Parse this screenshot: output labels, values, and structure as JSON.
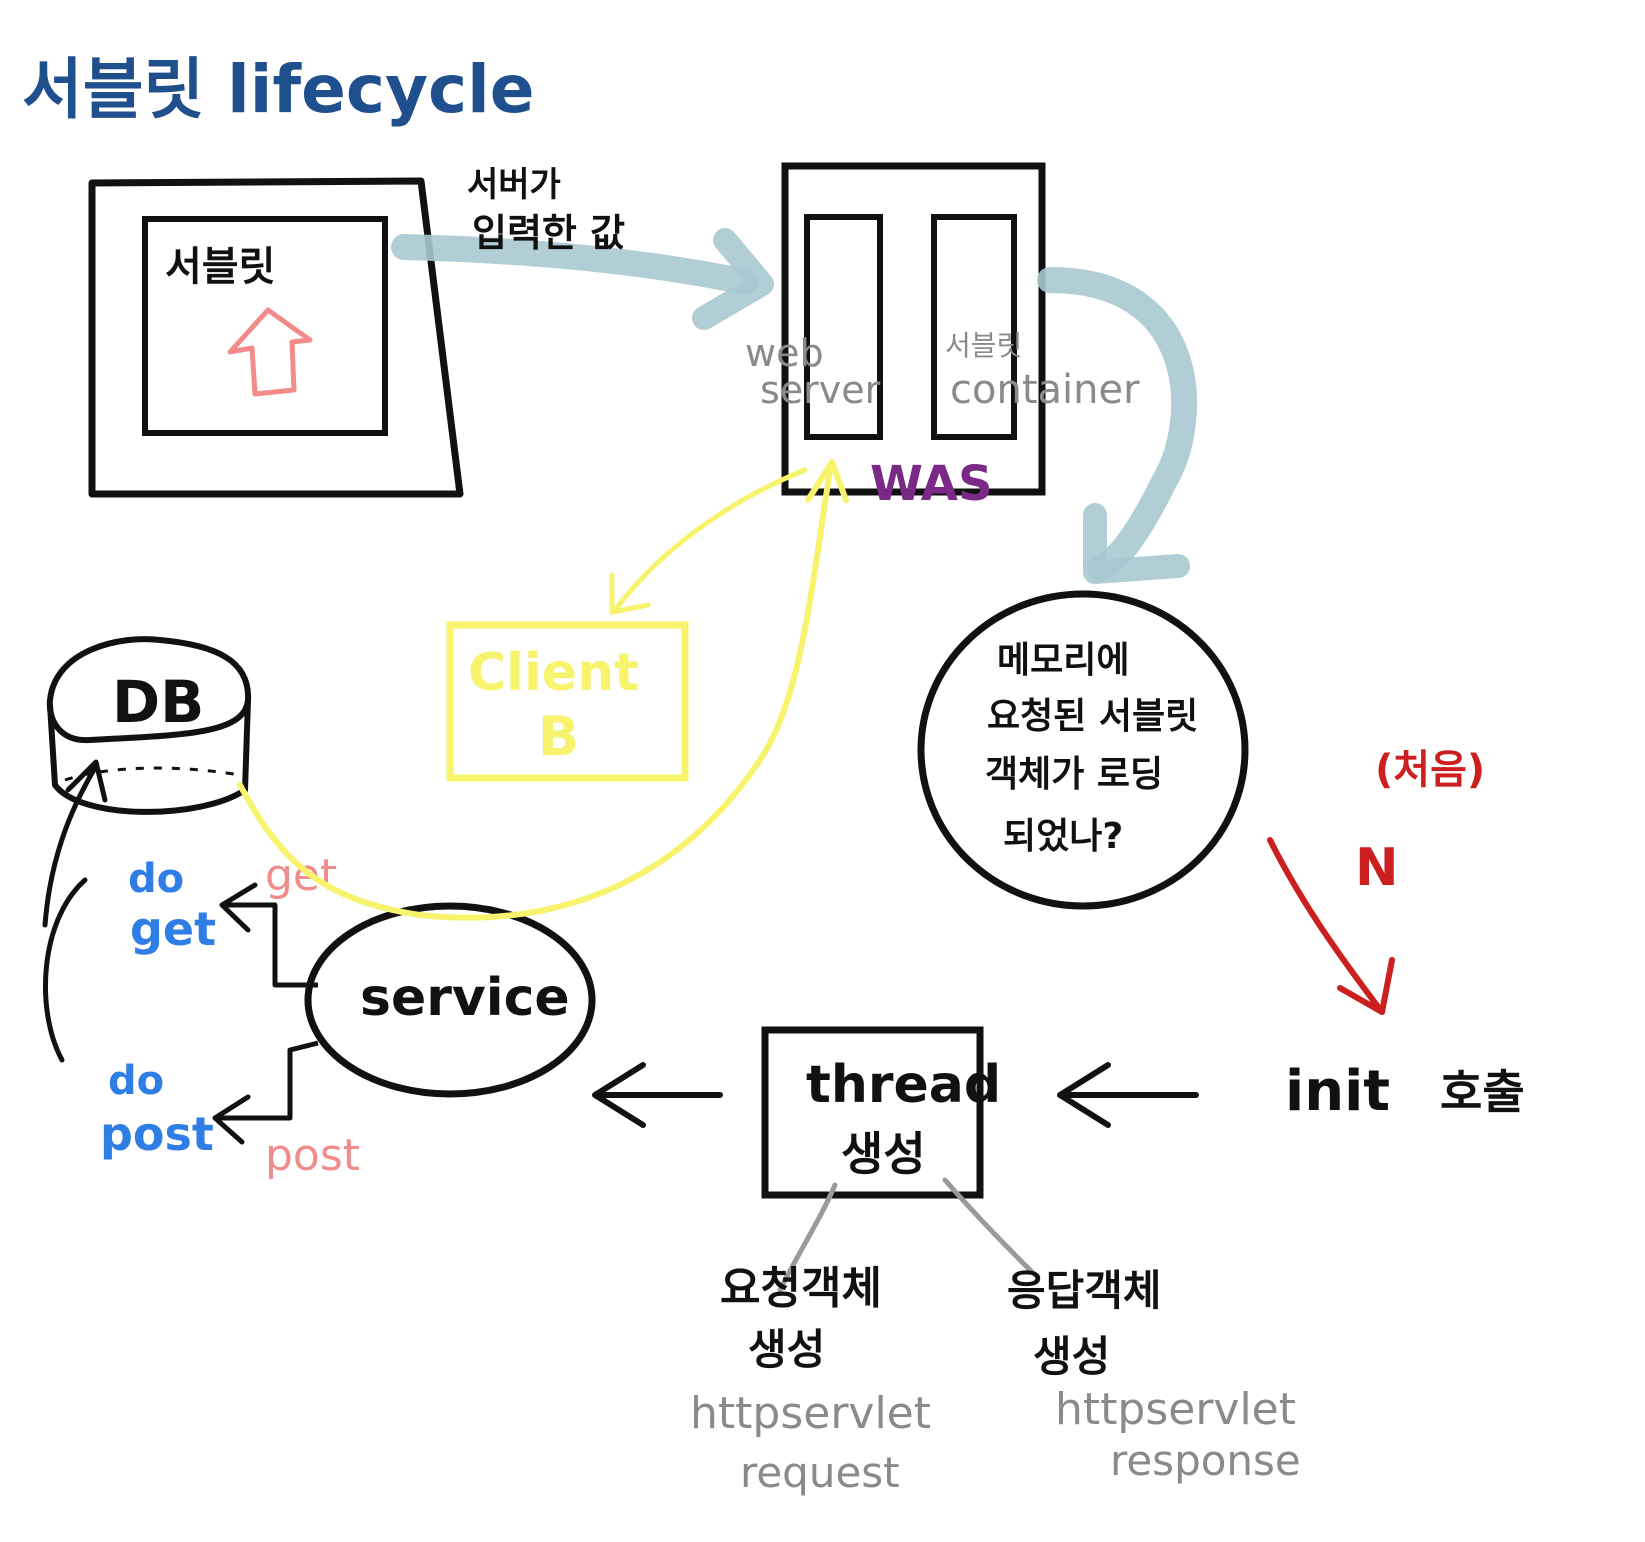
{
  "title": "서블릿 lifecycle",
  "browser": {
    "label": "서블릿"
  },
  "arrow_input": {
    "line1": "서버가",
    "line2": "입력한 값"
  },
  "was": {
    "label": "WAS",
    "web_server": {
      "line1": "web",
      "line2": "server"
    },
    "servlet_container": {
      "line1": "서블릿",
      "line2": "container"
    }
  },
  "memory_check": {
    "line1": "메모리에",
    "line2": "요청된 서블릿",
    "line3": "객체가 로딩",
    "line4": "되었나?"
  },
  "first_time": "(처음)",
  "no_label": "N",
  "init_call": {
    "init": "init",
    "call": "호출"
  },
  "thread_box": {
    "line1": "thread",
    "line2": "생성"
  },
  "request_object": {
    "line1": "요청객체",
    "line2": "생성",
    "line3": "httpservlet",
    "line4": "request"
  },
  "response_object": {
    "line1": "응답객체",
    "line2": "생성",
    "line3": "httpservlet",
    "line4": "response"
  },
  "service": "service",
  "do_get": {
    "line1": "do",
    "line2": "get"
  },
  "do_post": {
    "line1": "do",
    "line2": "post"
  },
  "get_label": "get",
  "post_label": "post",
  "db": "DB",
  "client_b": {
    "line1": "Client",
    "line2": "B"
  },
  "colors": {
    "ink": "#111111",
    "title_blue": "#1f4f8c",
    "flow_teal": "#a9c9d2",
    "was_purple": "#7a2a86",
    "client_yellow": "#f7f36d",
    "first_red": "#cc1f1f",
    "do_blue": "#2f7ee6",
    "method_pink": "#f08c8c",
    "gray_text": "#8a8a8a",
    "arrow_salmon": "#f48b8b"
  }
}
